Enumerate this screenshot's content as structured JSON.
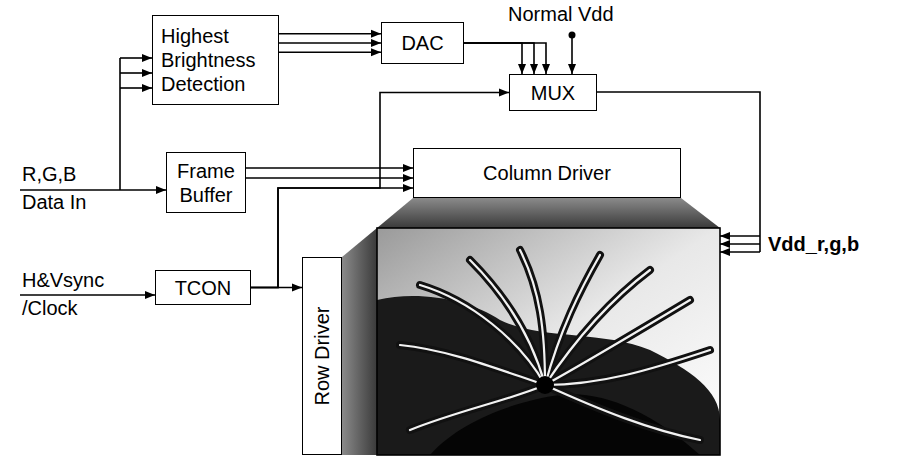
{
  "diagram": {
    "nodes": [
      {
        "text": [
          "Highest Brightness Detection"
        ]
      },
      {
        "text": [
          "DAC"
        ]
      },
      {
        "text": [
          "MUX"
        ]
      },
      {
        "text": [
          "Frame Buffer"
        ]
      },
      {
        "text": [
          "Column Driver"
        ]
      },
      {
        "text": [
          "TCON"
        ]
      },
      {
        "text": [
          "Row Driver"
        ]
      }
    ],
    "edges": [
      {
        "from": 0,
        "to": 1,
        "arrow": "to"
      },
      {
        "from": 0,
        "to": 1,
        "arrow": "to"
      },
      {
        "from": 0,
        "to": 1,
        "arrow": "to"
      },
      {
        "from": 1,
        "to": 2,
        "arrow": "to"
      },
      {
        "from": 1,
        "to": 2,
        "arrow": "to"
      },
      {
        "from": 1,
        "to": 2,
        "arrow": "to"
      },
      {
        "from": 3,
        "to": 4,
        "arrow": "to"
      },
      {
        "from": 3,
        "to": 4,
        "arrow": "to"
      },
      {
        "from": 5,
        "to": 6,
        "arrow": "to"
      },
      {
        "from": 5,
        "to": 4,
        "arrow": "to"
      },
      {
        "from": 5,
        "to": 2,
        "arrow": "to"
      }
    ],
    "labels": [
      "Normal Vdd",
      "R,G,B Data In",
      "H&Vsync /Clock",
      "Vdd_r,g,b"
    ]
  }
}
